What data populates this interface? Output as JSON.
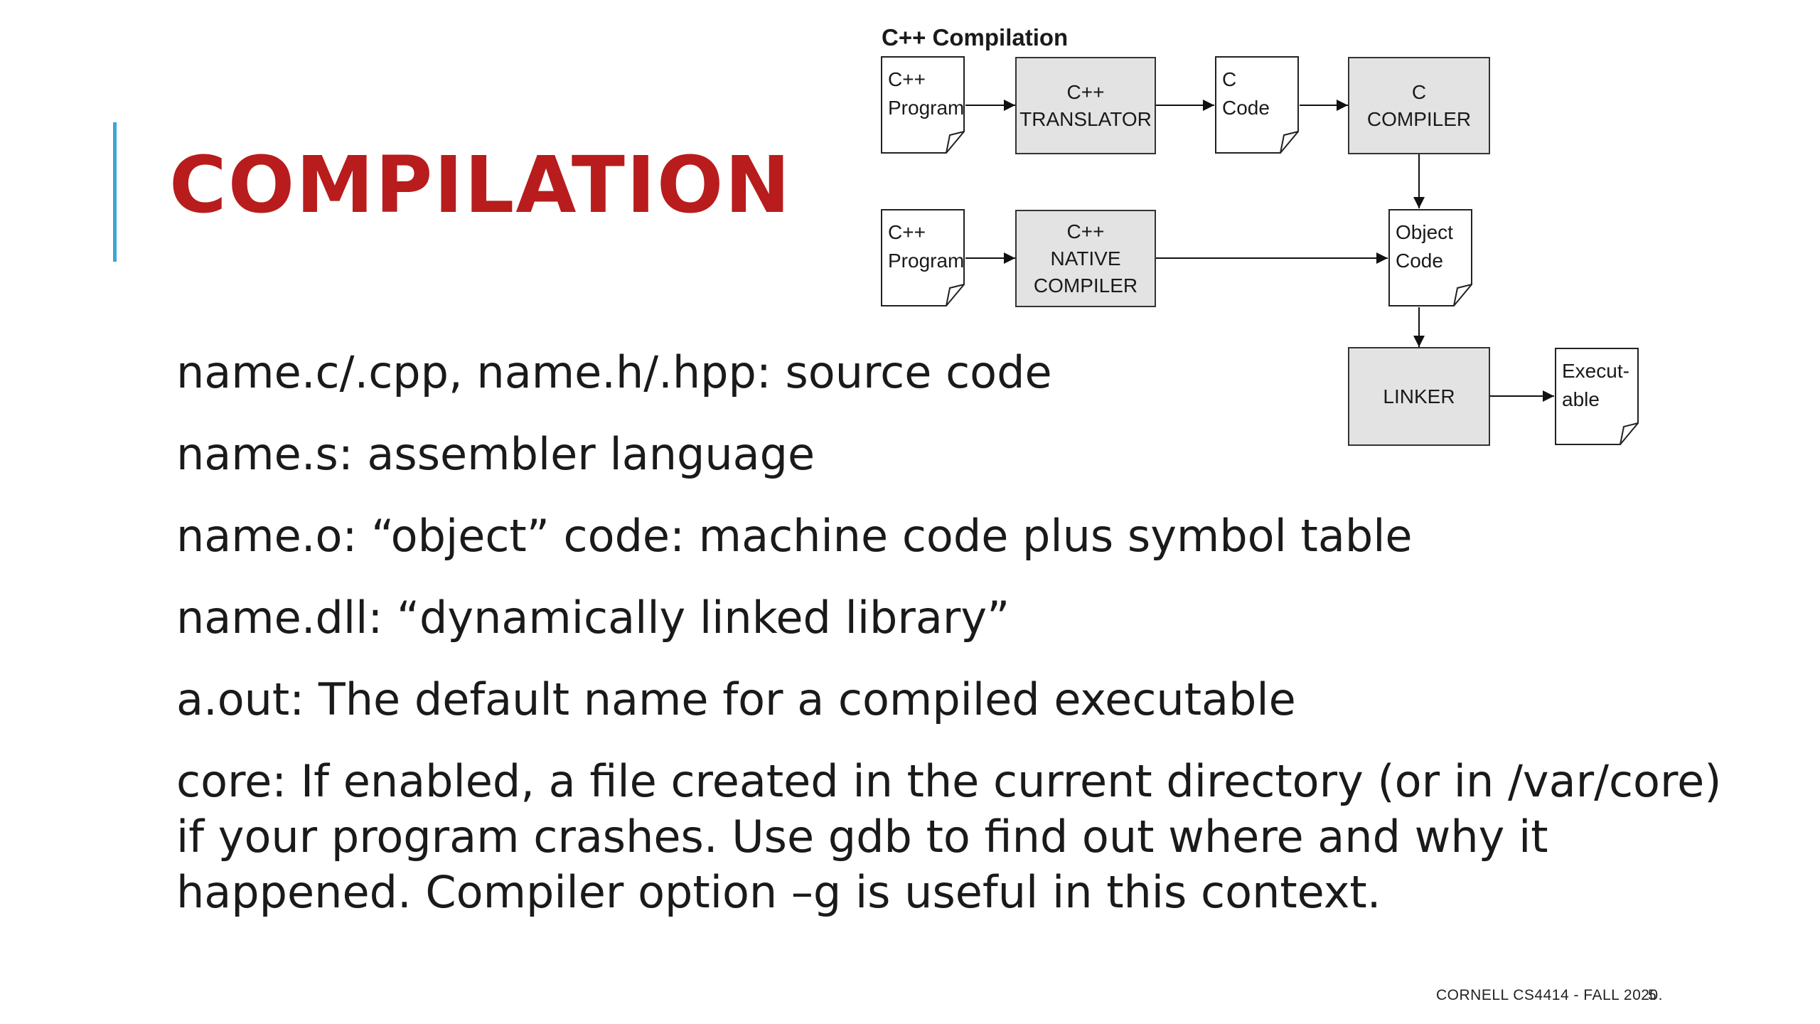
{
  "title": "COMPILATION",
  "bullets": [
    "name.c/.cpp, name.h/.hpp: source code",
    "name.s: assembler language",
    "name.o: “object” code:  machine code plus symbol table",
    "name.dll: “dynamically linked library”",
    "a.out: The default name for a compiled executable",
    "core: If enabled, a file created in the current directory (or in /var/core) if your program crashes.  Use gdb to find out where and why it happened.  Compiler option –g is useful in this context."
  ],
  "diagram": {
    "title": "C++ Compilation",
    "cpp_program_1": [
      "C++",
      "Program"
    ],
    "translator": [
      "C++",
      "TRANSLATOR"
    ],
    "c_code": [
      "C",
      "Code"
    ],
    "c_compiler": [
      "C",
      "COMPILER"
    ],
    "cpp_program_2": [
      "C++",
      "Program"
    ],
    "native_compiler": [
      "C++",
      "NATIVE",
      "COMPILER"
    ],
    "object_code": [
      "Object",
      "Code"
    ],
    "linker": "LINKER",
    "executable": [
      "Execut-",
      "able"
    ]
  },
  "footer": "CORNELL CS4414 - FALL 2020.",
  "page_number": "5",
  "colors": {
    "title": "#b81c1c",
    "accent_bar": "#3ba6d2",
    "process_box": "#e3e3e3"
  }
}
